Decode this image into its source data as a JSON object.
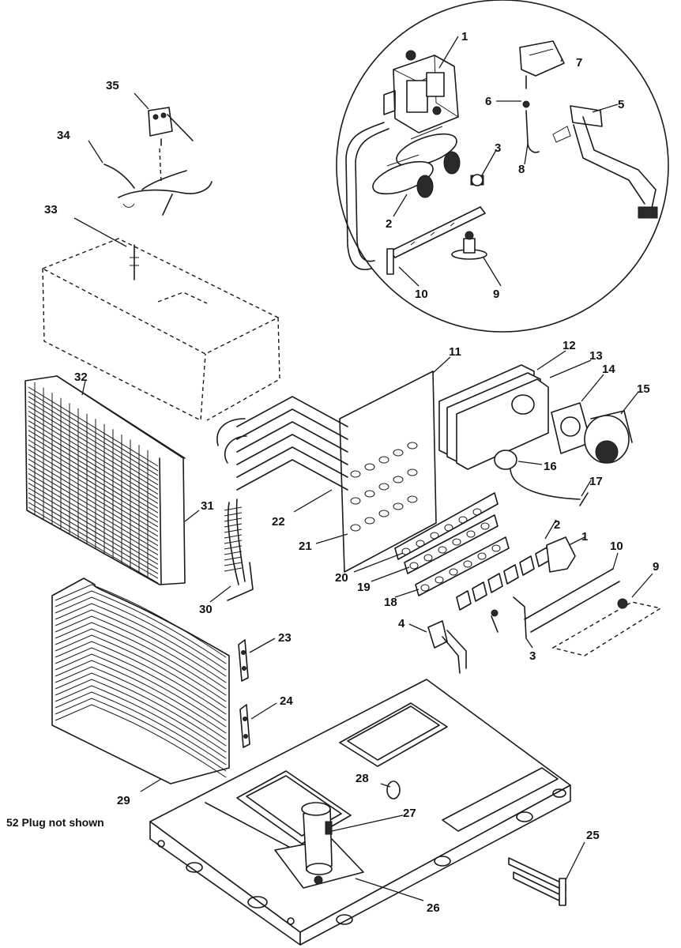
{
  "diagram": {
    "note": "52 Plug not shown",
    "callouts": [
      {
        "id": "c1a",
        "text": "1"
      },
      {
        "id": "c7",
        "text": "7"
      },
      {
        "id": "c6",
        "text": "6"
      },
      {
        "id": "c5a",
        "text": "5"
      },
      {
        "id": "c3a",
        "text": "3"
      },
      {
        "id": "c8",
        "text": "8"
      },
      {
        "id": "c2a",
        "text": "2"
      },
      {
        "id": "c10a",
        "text": "10"
      },
      {
        "id": "c9a",
        "text": "9"
      },
      {
        "id": "c35",
        "text": "35"
      },
      {
        "id": "c34",
        "text": "34"
      },
      {
        "id": "c33",
        "text": "33"
      },
      {
        "id": "c11",
        "text": "11"
      },
      {
        "id": "c12",
        "text": "12"
      },
      {
        "id": "c13",
        "text": "13"
      },
      {
        "id": "c14",
        "text": "14"
      },
      {
        "id": "c15",
        "text": "15"
      },
      {
        "id": "c32",
        "text": "32"
      },
      {
        "id": "c16",
        "text": "16"
      },
      {
        "id": "c17",
        "text": "17"
      },
      {
        "id": "c31",
        "text": "31"
      },
      {
        "id": "c22",
        "text": "22"
      },
      {
        "id": "c2b",
        "text": "2"
      },
      {
        "id": "c1b",
        "text": "1"
      },
      {
        "id": "c10b",
        "text": "10"
      },
      {
        "id": "c21",
        "text": "21"
      },
      {
        "id": "c9b",
        "text": "9"
      },
      {
        "id": "c20",
        "text": "20"
      },
      {
        "id": "c19",
        "text": "19"
      },
      {
        "id": "c18",
        "text": "18"
      },
      {
        "id": "c30",
        "text": "30"
      },
      {
        "id": "c4",
        "text": "4"
      },
      {
        "id": "c3b",
        "text": "3"
      },
      {
        "id": "c23",
        "text": "23"
      },
      {
        "id": "c24",
        "text": "24"
      },
      {
        "id": "c29",
        "text": "29"
      },
      {
        "id": "c28",
        "text": "28"
      },
      {
        "id": "c27",
        "text": "27"
      },
      {
        "id": "c25",
        "text": "25"
      },
      {
        "id": "c26",
        "text": "26"
      }
    ]
  }
}
